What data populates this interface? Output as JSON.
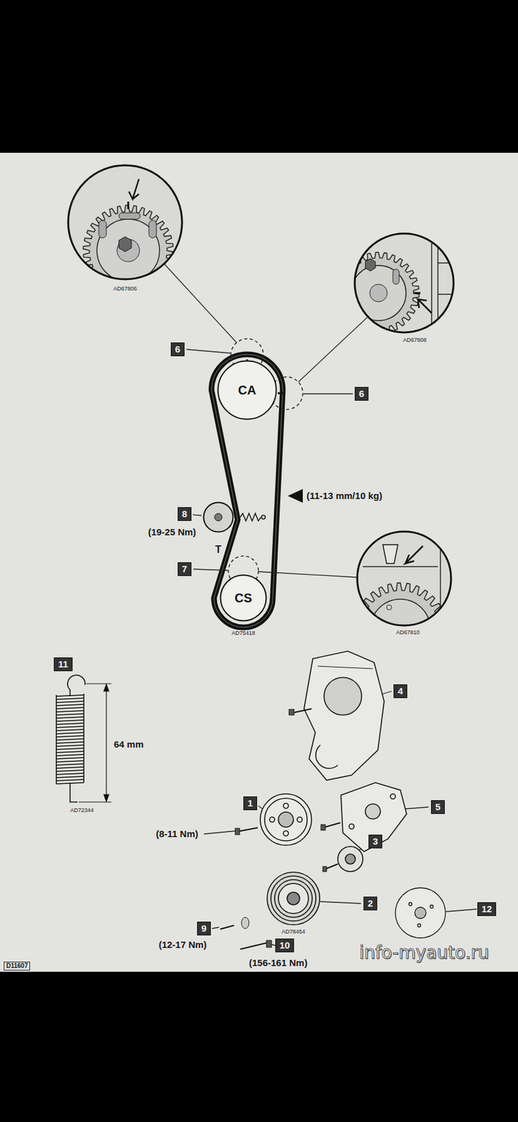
{
  "diagram": {
    "nodes": [
      {
        "text": [
          "6"
        ]
      },
      {
        "text": [
          "CA"
        ]
      },
      {
        "text": [
          "6"
        ]
      },
      {
        "text": [
          "8"
        ]
      },
      {
        "text": [
          "T"
        ]
      },
      {
        "text": [
          "7"
        ]
      },
      {
        "text": [
          "CS"
        ]
      },
      {
        "text": [
          "11"
        ]
      },
      {
        "text": [
          "4"
        ]
      },
      {
        "text": [
          "1"
        ]
      },
      {
        "text": [
          "5"
        ]
      },
      {
        "text": [
          "3"
        ]
      },
      {
        "text": [
          "2"
        ]
      },
      {
        "text": [
          "12"
        ]
      },
      {
        "text": [
          "9"
        ]
      },
      {
        "text": [
          "10"
        ]
      }
    ],
    "edges": [
      {
        "from": 3,
        "to": 4,
        "arrow": "none"
      }
    ],
    "labels": [
      "AD67806",
      "AD67808",
      "(11-13 mm/10 kg)",
      "(19-25 Nm)",
      "AD75418",
      "AD67810",
      "64 mm",
      "AD72344",
      "(8-11 Nm)",
      "AD78454",
      "(12-17 Nm)",
      "(156-161 Nm)",
      "D11607",
      "info-myauto.ru"
    ]
  }
}
